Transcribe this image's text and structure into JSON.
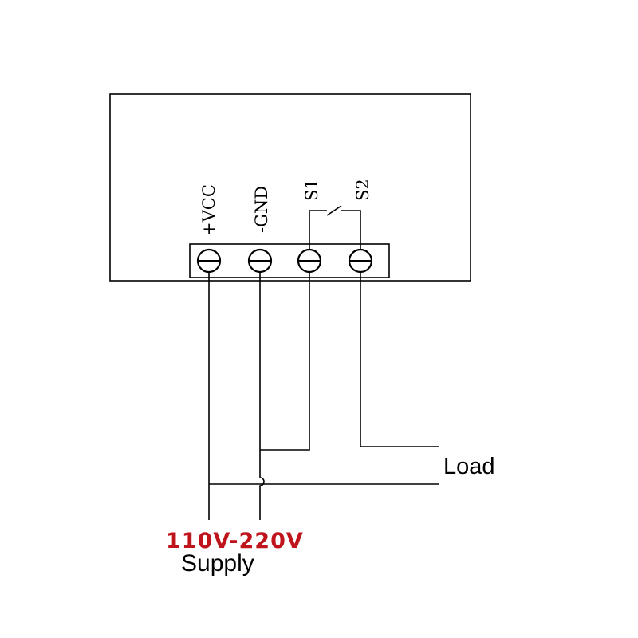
{
  "terminals": [
    {
      "id": "vcc",
      "label": "+VCC"
    },
    {
      "id": "gnd",
      "label": "-GND"
    },
    {
      "id": "s1",
      "label": "S1"
    },
    {
      "id": "s2",
      "label": "S2"
    }
  ],
  "load": {
    "label": "Load"
  },
  "supply": {
    "voltage": "110V-220V",
    "label": "Supply"
  },
  "colors": {
    "line": "#000000",
    "voltage_text": "#c0141c",
    "background": "#ffffff"
  }
}
